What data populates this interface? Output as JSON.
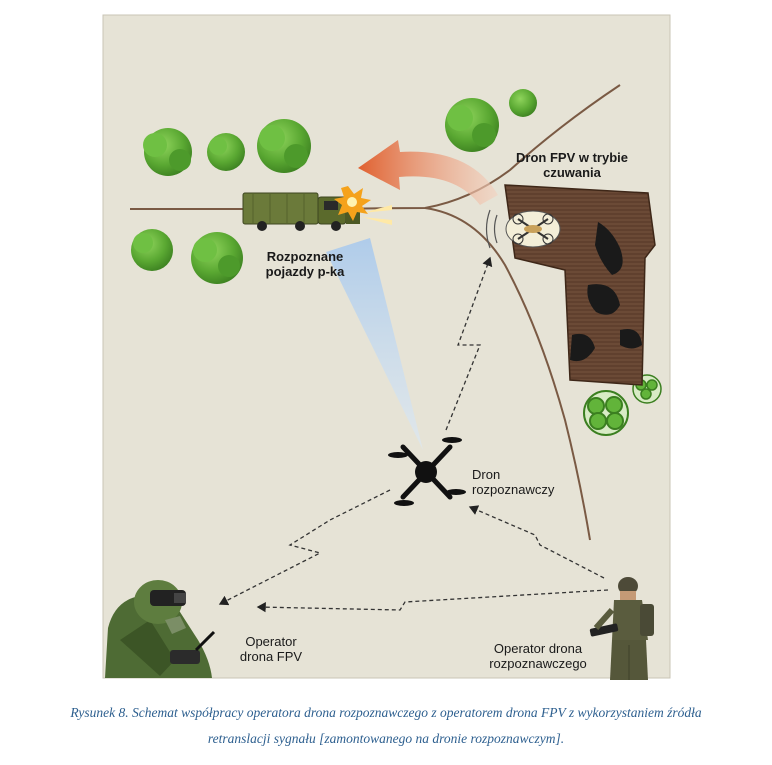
{
  "labels": {
    "fpv_standby_line1": "Dron FPV w trybie",
    "fpv_standby_line2": "czuwania",
    "vehicles_line1": "Rozpoznane",
    "vehicles_line2": "pojazdy p-ka",
    "recon_drone_line1": "Dron",
    "recon_drone_line2": "rozpoznawczy",
    "fpv_operator_line1": "Operator",
    "fpv_operator_line2": "drona FPV",
    "recon_operator_line1": "Operator drona",
    "recon_operator_line2": "rozpoznawczego"
  },
  "caption": {
    "line1": "Rysunek 8. Schemat współpracy operatora drona rozpoznawczego z operatorem drona FPV z wykorzystaniem źródła",
    "line2": "retranslacji sygnału [zamontowanego na dronie rozpoznawczym]."
  },
  "colors": {
    "background": "#e6e3d6",
    "frame": "#c9c5b6",
    "road": "#7a5a44",
    "tree": "#62b43a",
    "truck": "#6b7a3a",
    "building_roof": "#6b4a36",
    "camouflage": "#1a1a1a",
    "view_cone": "#a9c9ec",
    "attack_arrow": "#e06a3f",
    "signal_link": "#333333",
    "caption_text": "#2d5f8f"
  },
  "icons": [
    "tree-icon",
    "truck-icon",
    "explosion-icon",
    "attack-arrow-icon",
    "fpv-drone-icon",
    "quadcopter-icon",
    "fpv-operator-icon",
    "soldier-icon",
    "camouflaged-building-icon"
  ]
}
